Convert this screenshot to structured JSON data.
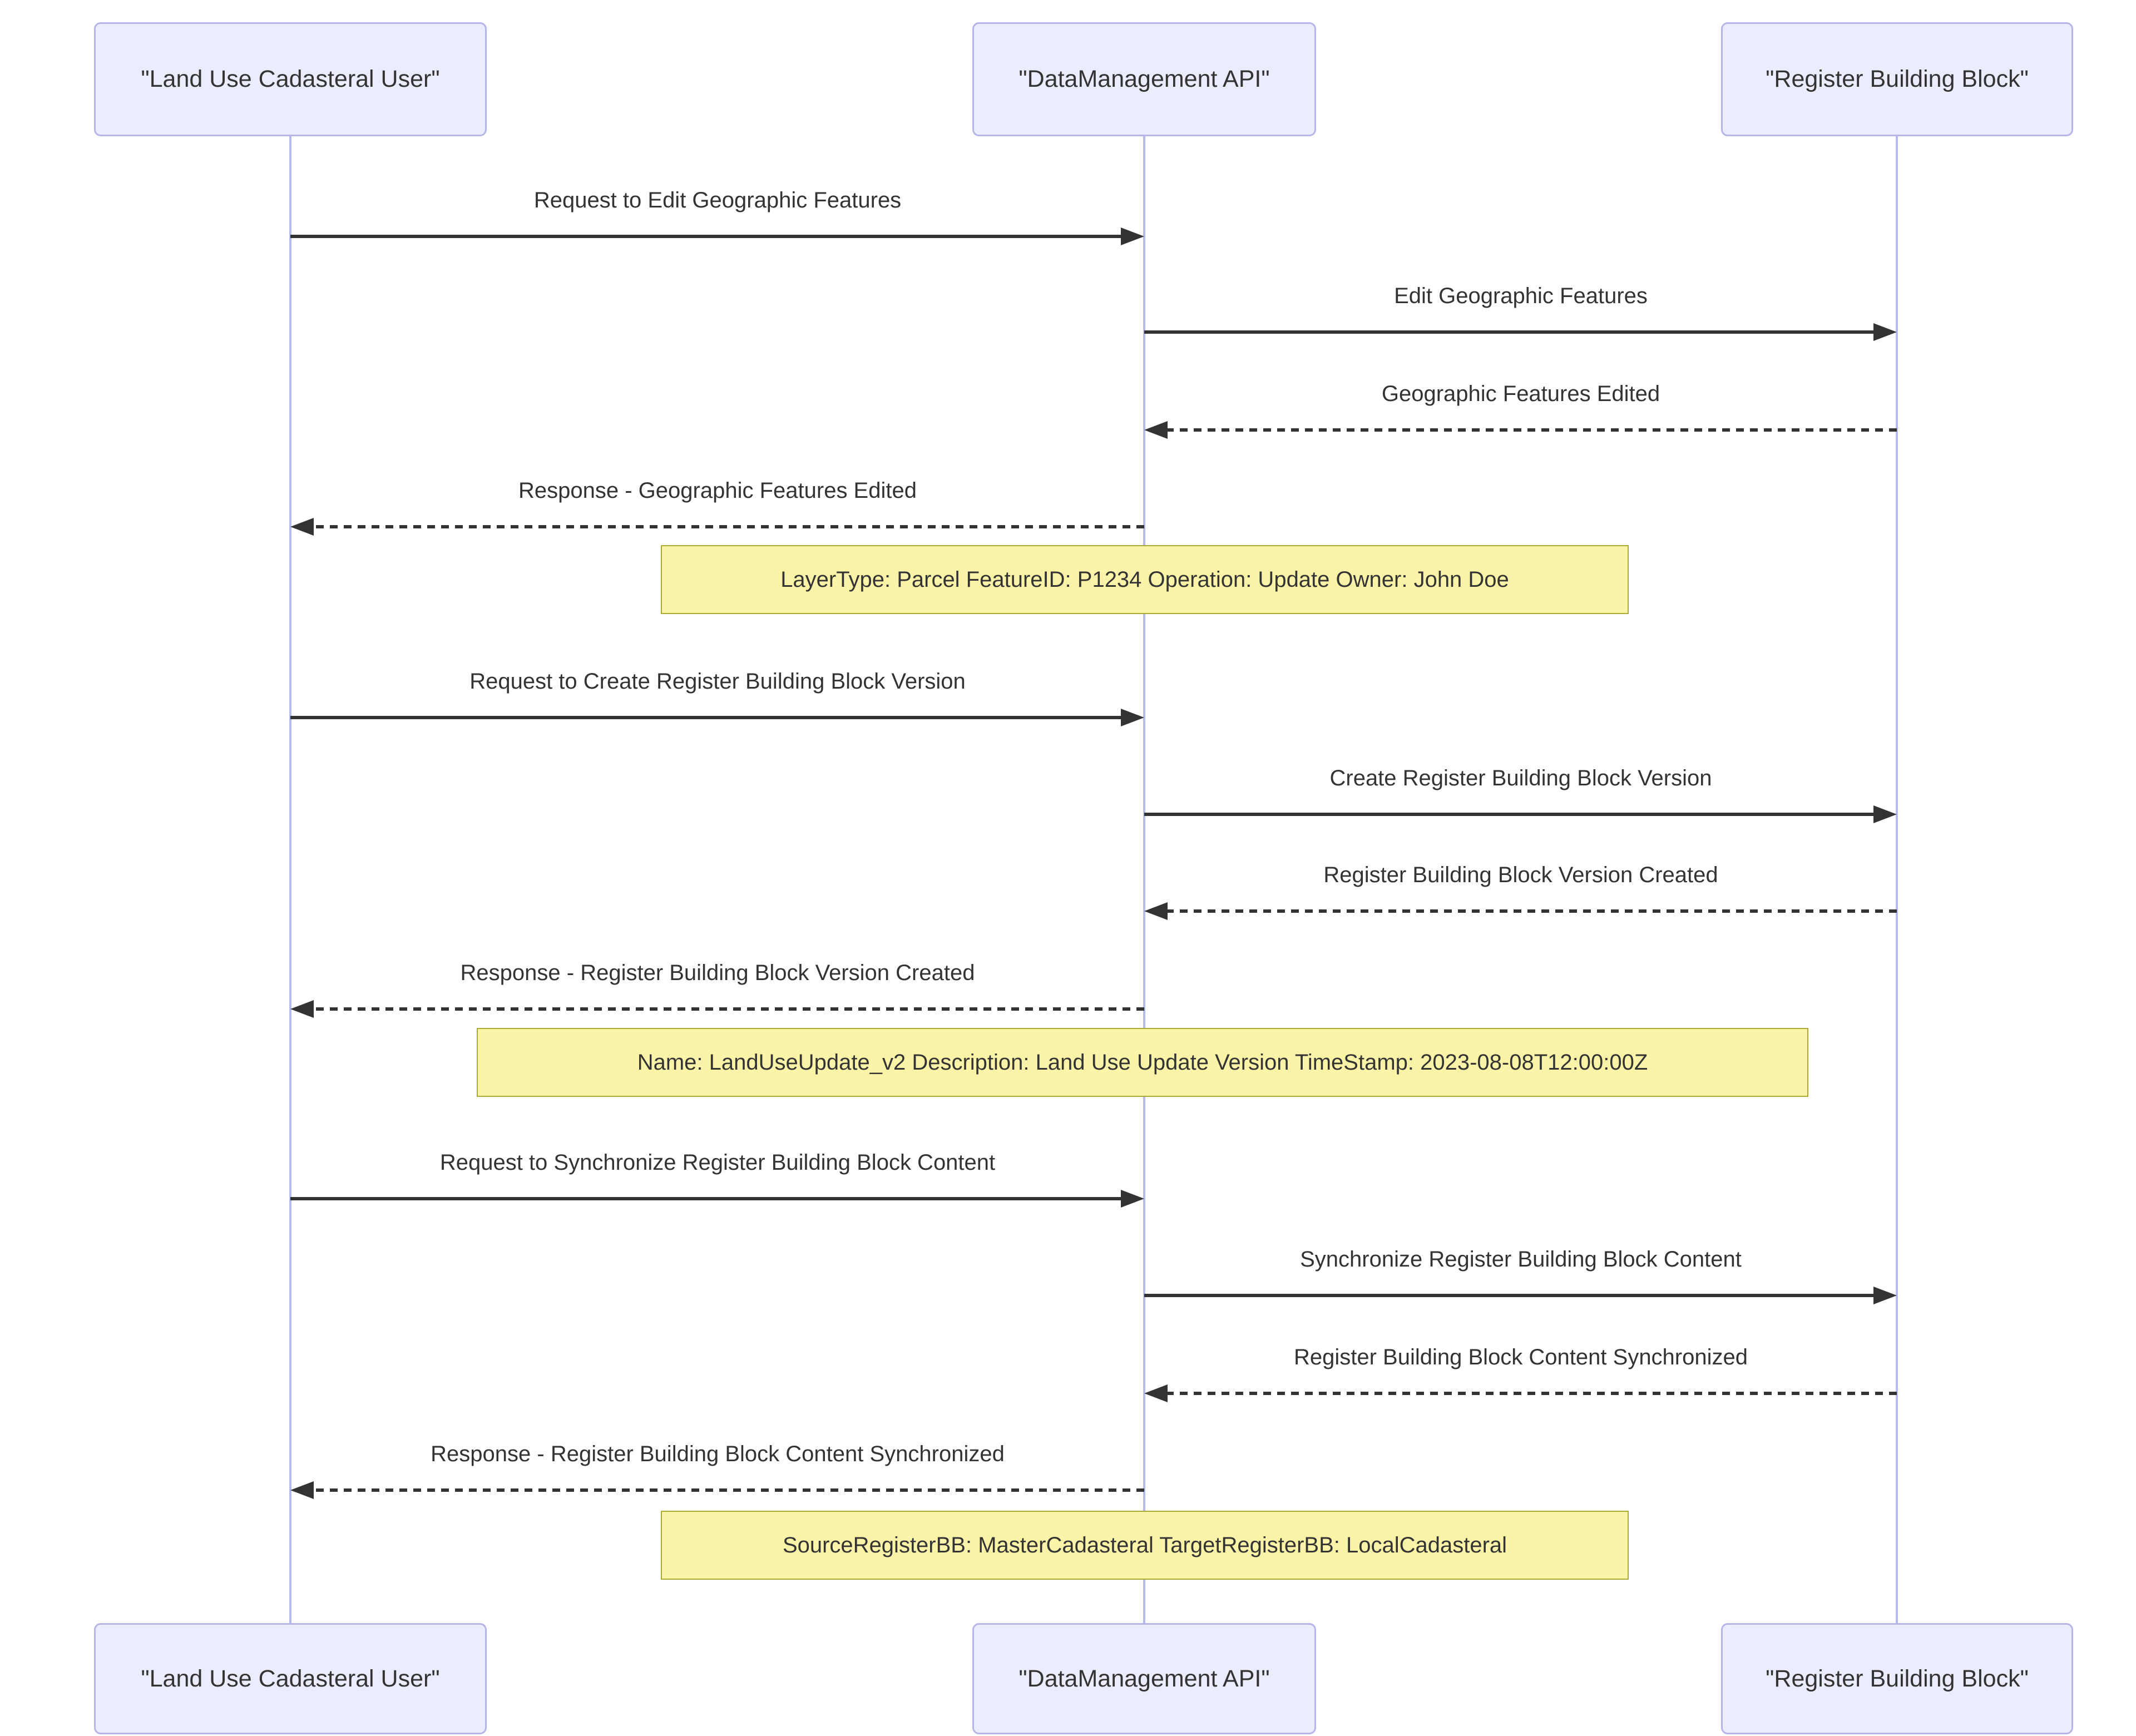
{
  "diagram": {
    "type": "sequence-diagram",
    "colors": {
      "actor_fill": "#ececff",
      "actor_border": "#b5b5e7",
      "lifeline": "#b9b9ea",
      "note_fill": "#fbf3a8",
      "note_border": "#aaaa33",
      "arrow": "#333333",
      "text": "#333333"
    },
    "actors": [
      {
        "id": "user",
        "label": "\"Land Use Cadasteral User\""
      },
      {
        "id": "api",
        "label": "\"DataManagement API\""
      },
      {
        "id": "rbb",
        "label": "\"Register Building Block\""
      }
    ],
    "messages": [
      {
        "label": "Request to Edit Geographic Features",
        "from": "user",
        "to": "api",
        "style": "solid"
      },
      {
        "label": "Edit Geographic Features",
        "from": "api",
        "to": "rbb",
        "style": "solid"
      },
      {
        "label": "Geographic Features Edited",
        "from": "rbb",
        "to": "api",
        "style": "dashed"
      },
      {
        "label": "Response - Geographic Features Edited",
        "from": "api",
        "to": "user",
        "style": "dashed"
      },
      {
        "label": "Request to Create Register Building Block Version",
        "from": "user",
        "to": "api",
        "style": "solid"
      },
      {
        "label": "Create Register Building Block Version",
        "from": "api",
        "to": "rbb",
        "style": "solid"
      },
      {
        "label": "Register Building Block Version Created",
        "from": "rbb",
        "to": "api",
        "style": "dashed"
      },
      {
        "label": "Response - Register Building Block Version Created",
        "from": "api",
        "to": "user",
        "style": "dashed"
      },
      {
        "label": "Request to Synchronize Register Building Block Content",
        "from": "user",
        "to": "api",
        "style": "solid"
      },
      {
        "label": "Synchronize Register Building Block Content",
        "from": "api",
        "to": "rbb",
        "style": "solid"
      },
      {
        "label": "Register Building Block Content Synchronized",
        "from": "rbb",
        "to": "api",
        "style": "dashed"
      },
      {
        "label": "Response - Register Building Block Content Synchronized",
        "from": "api",
        "to": "user",
        "style": "dashed"
      }
    ],
    "notes": [
      {
        "text": "LayerType: Parcel FeatureID: P1234 Operation: Update Owner: John Doe"
      },
      {
        "text": "Name: LandUseUpdate_v2 Description: Land Use Update Version TimeStamp: 2023-08-08T12:00:00Z"
      },
      {
        "text": "SourceRegisterBB: MasterCadasteral TargetRegisterBB: LocalCadasteral"
      }
    ]
  }
}
